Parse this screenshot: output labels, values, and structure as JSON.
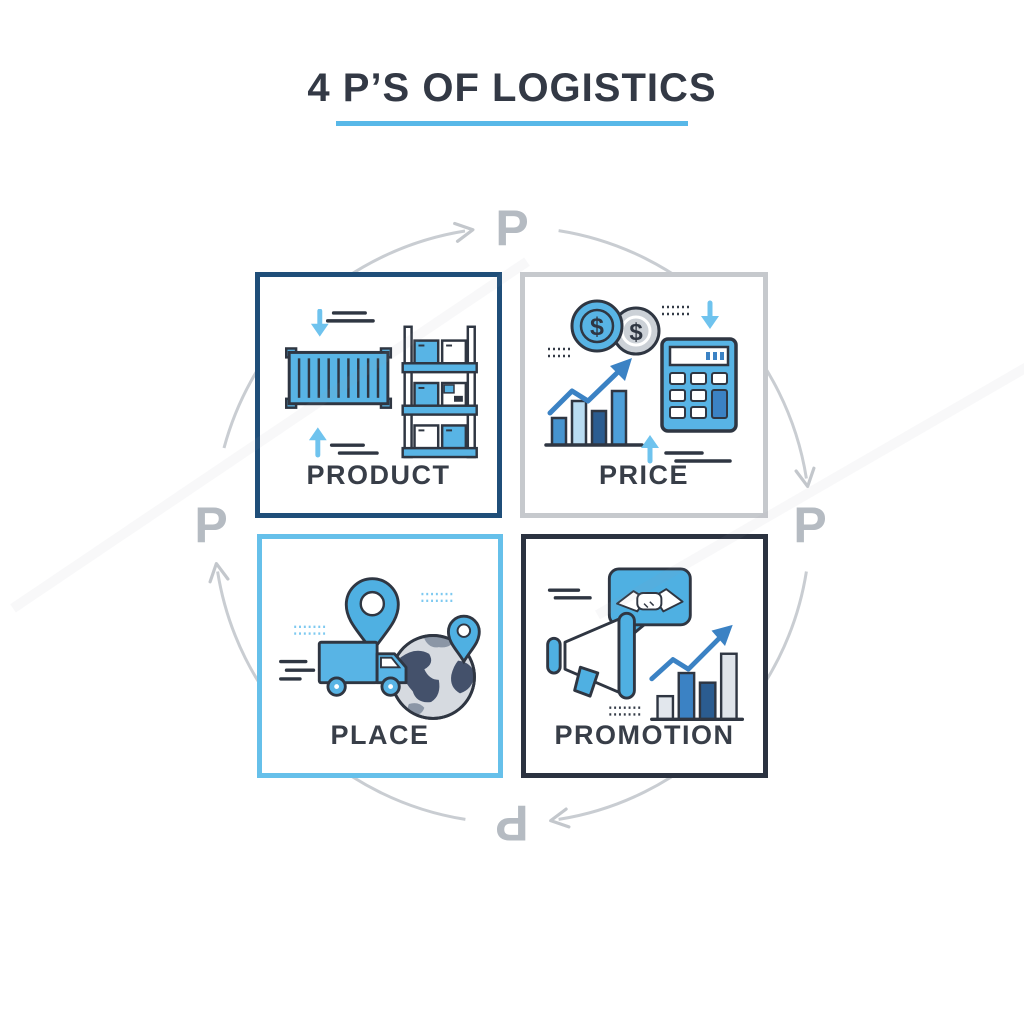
{
  "title": {
    "text": "4 P’S OF LOGISTICS",
    "underline_color": "#58b8e8"
  },
  "cycle": {
    "letter": "P",
    "letter_color": "#b5bbc2",
    "arc_color": "#c9cdd2",
    "direction": "clockwise"
  },
  "quadrants": [
    {
      "label": "PRODUCT",
      "border_color": "#1f4e79",
      "icon": "shipping-container-and-warehouse-shelf"
    },
    {
      "label": "PRICE",
      "border_color": "#c6c9cd",
      "icon": "dollar-coins-growth-chart-calculator",
      "coin_symbol": "$"
    },
    {
      "label": "PLACE",
      "border_color": "#66c0ea",
      "icon": "location-pin-delivery-truck-globe"
    },
    {
      "label": "PROMOTION",
      "border_color": "#2b3240",
      "icon": "megaphone-handshake-bubble-growth-chart"
    }
  ],
  "palette": {
    "title_color": "#333945",
    "label_color": "#383e48",
    "icon_blue": "#58b4e5",
    "icon_light_blue": "#6fc3ee",
    "icon_outline": "#2f3642",
    "coin_gray": "#ccd1d7",
    "chart_dark_blue": "#2b5c90",
    "chart_mid_blue": "#3b82c4",
    "chart_pale_blue": "#b9dcf2",
    "chart_light_gray": "#e2e7ed",
    "background": "#ffffff"
  }
}
